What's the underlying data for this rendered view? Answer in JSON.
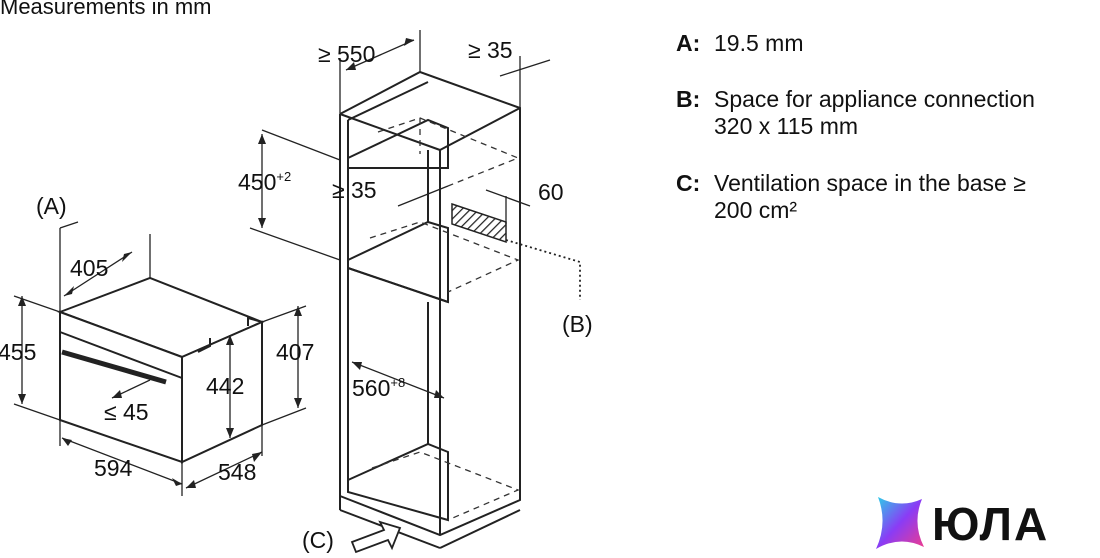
{
  "title": "Measurements in mm",
  "labels": {
    "a_marker": "(A)",
    "d405": "405",
    "d455": "455",
    "d407": "407",
    "d442": "442",
    "d45": "≤ 45",
    "d594": "594",
    "d548": "548",
    "d550": "≥ 550",
    "d35_top": "≥ 35",
    "d450": "450",
    "d450_sup": "+2",
    "d35_mid": "≥ 35",
    "d60": "60",
    "b_marker": "(B)",
    "d560": "560",
    "d560_sup": "+8",
    "c_marker": "(C)"
  },
  "legend": [
    {
      "key": "A:",
      "lines": [
        "19.5 mm"
      ]
    },
    {
      "key": "B:",
      "lines": [
        "Space for appliance connection",
        "320 x 115 mm"
      ]
    },
    {
      "key": "C:",
      "lines": [
        "Ventilation space in the base ≥",
        "200 cm²"
      ]
    }
  ],
  "logo": {
    "text": "ЮЛА",
    "colors": [
      "#8a3cf5",
      "#2ad0e8",
      "#f03c8c"
    ]
  }
}
